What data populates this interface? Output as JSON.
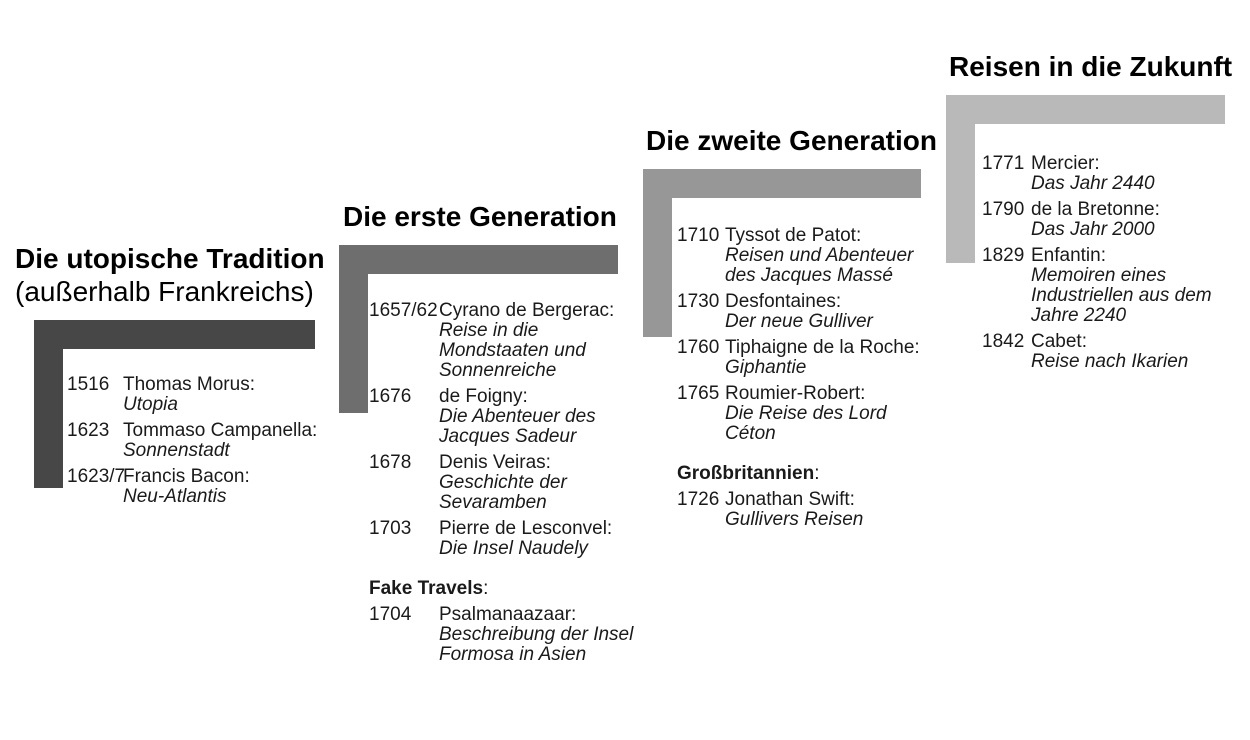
{
  "columns": [
    {
      "id": "utopische-tradition",
      "title_line1": "Die utopische Tradition",
      "title_line2": "(außerhalb Frankreichs)",
      "bar_color": "#474747",
      "entries": [
        {
          "year": "1516",
          "author": "Thomas Morus:",
          "work": "Utopia"
        },
        {
          "year": "1623",
          "author": "Tommaso Campanella:",
          "work": "Sonnenstadt"
        },
        {
          "year": "1623/7",
          "author": "Francis Bacon:",
          "work": "Neu-Atlantis"
        }
      ]
    },
    {
      "id": "erste-generation",
      "title_line1": "Die erste Generation",
      "bar_color": "#6e6e6e",
      "entries": [
        {
          "year": "1657/62",
          "author": "Cyrano de Bergerac:",
          "work": "Reise in die\nMondstaaten und\nSonnenreiche"
        },
        {
          "year": "1676",
          "author": "de Foigny:",
          "work": "Die Abenteuer des\nJacques Sadeur"
        },
        {
          "year": "1678",
          "author": "Denis Veiras:",
          "work": "Geschichte der\nSevaramben"
        },
        {
          "year": "1703",
          "author": "Pierre de Lesconvel:",
          "work": "Die Insel Naudely"
        }
      ],
      "subheader": {
        "label": "Fake Travels",
        "colon": ":"
      },
      "sub_entries": [
        {
          "year": "1704",
          "author": "Psalmanaazaar:",
          "work": "Beschreibung der Insel\nFormosa in Asien"
        }
      ]
    },
    {
      "id": "zweite-generation",
      "title_line1": "Die zweite Generation",
      "bar_color": "#979797",
      "entries": [
        {
          "year": "1710",
          "author": "Tyssot de Patot:",
          "work": "Reisen und Abenteuer\ndes Jacques Massé"
        },
        {
          "year": "1730",
          "author": "Desfontaines:",
          "work": "Der neue Gulliver"
        },
        {
          "year": "1760",
          "author": "Tiphaigne de la Roche:",
          "work": "Giphantie"
        },
        {
          "year": "1765",
          "author": "Roumier-Robert:",
          "work": "Die Reise des Lord\nCéton"
        }
      ],
      "subheader": {
        "label": "Großbritannien",
        "colon": ":"
      },
      "sub_entries": [
        {
          "year": "1726",
          "author": "Jonathan Swift:",
          "work": "Gullivers Reisen"
        }
      ]
    },
    {
      "id": "reisen-in-die-zukunft",
      "title_line1": "Reisen in die Zukunft",
      "bar_color": "#b9b9b9",
      "entries": [
        {
          "year": "1771",
          "author": "Mercier:",
          "work": "Das Jahr 2440"
        },
        {
          "year": "1790",
          "author": "de la Bretonne:",
          "work": "Das Jahr 2000"
        },
        {
          "year": "1829",
          "author": "Enfantin:",
          "work": "Memoiren eines\nIndustriellen aus dem\nJahre 2240"
        },
        {
          "year": "1842",
          "author": "Cabet:",
          "work": "Reise nach Ikarien"
        }
      ]
    }
  ]
}
